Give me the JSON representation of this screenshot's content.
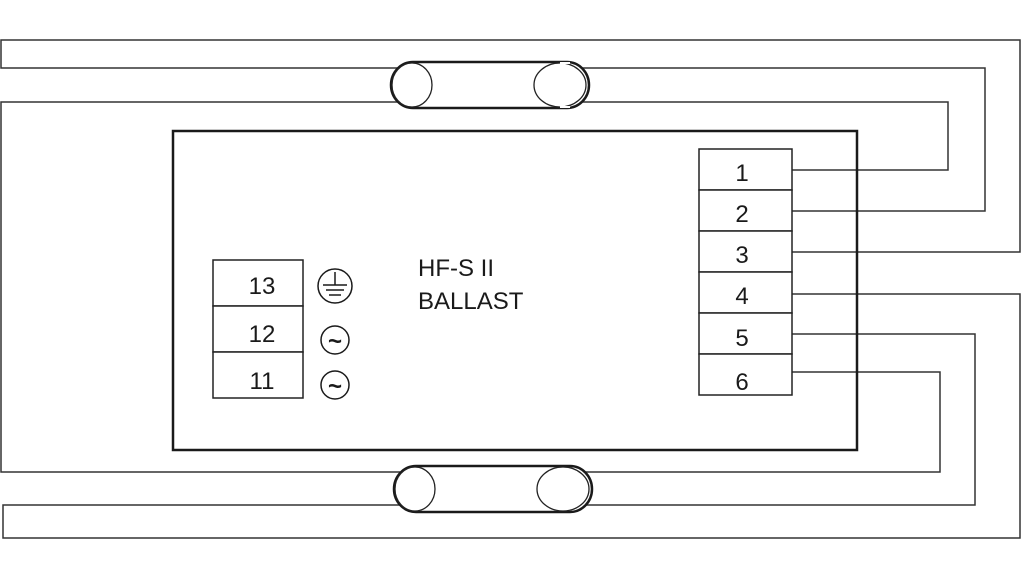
{
  "ballast": {
    "line1": "HF-S II",
    "line2": "BALLAST"
  },
  "right_terminals": [
    "1",
    "2",
    "3",
    "4",
    "5",
    "6"
  ],
  "left_terminals": [
    {
      "label": "13",
      "symbol": "ground-icon"
    },
    {
      "label": "12",
      "symbol": "ac-tilde-icon"
    },
    {
      "label": "11",
      "symbol": "ac-tilde-icon"
    }
  ],
  "symbols": {
    "ac": "~"
  }
}
